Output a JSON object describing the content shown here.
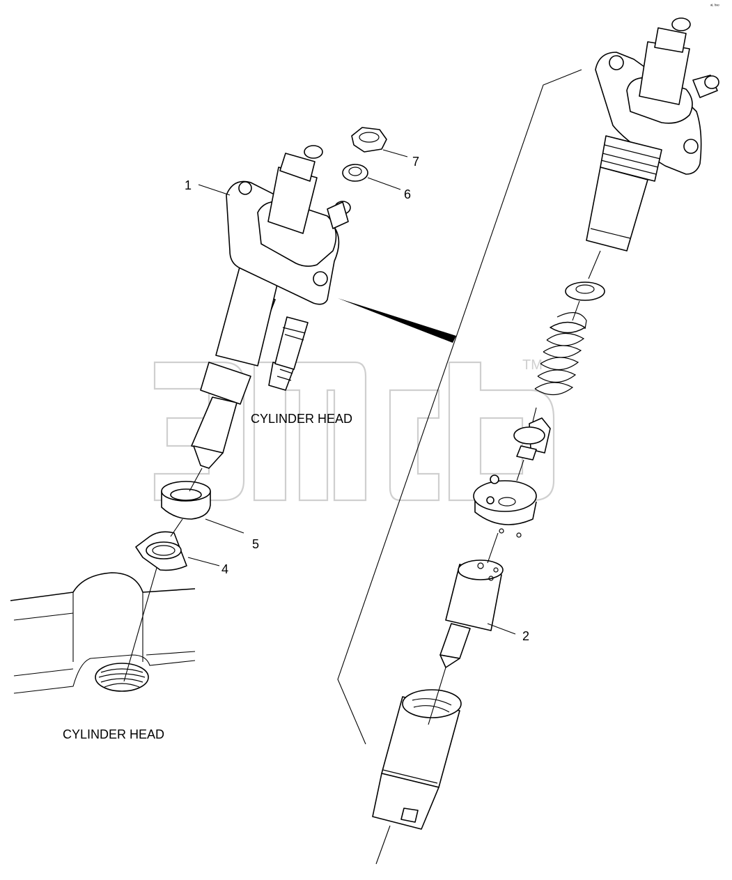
{
  "labels": {
    "cylinder_head_upper": "CYLINDER HEAD",
    "cylinder_head_lower": "CYLINDER HEAD",
    "part_1": "1",
    "part_2": "2",
    "part_4": "4",
    "part_5": "5",
    "part_6": "6",
    "part_7": "7",
    "watermark_tm": "TM",
    "corner_mark": "ᵃᴸ ᵇᵃᵒ"
  },
  "colors": {
    "ink": "#000000",
    "watermark": "#cfcfcf",
    "background": "#ffffff"
  }
}
